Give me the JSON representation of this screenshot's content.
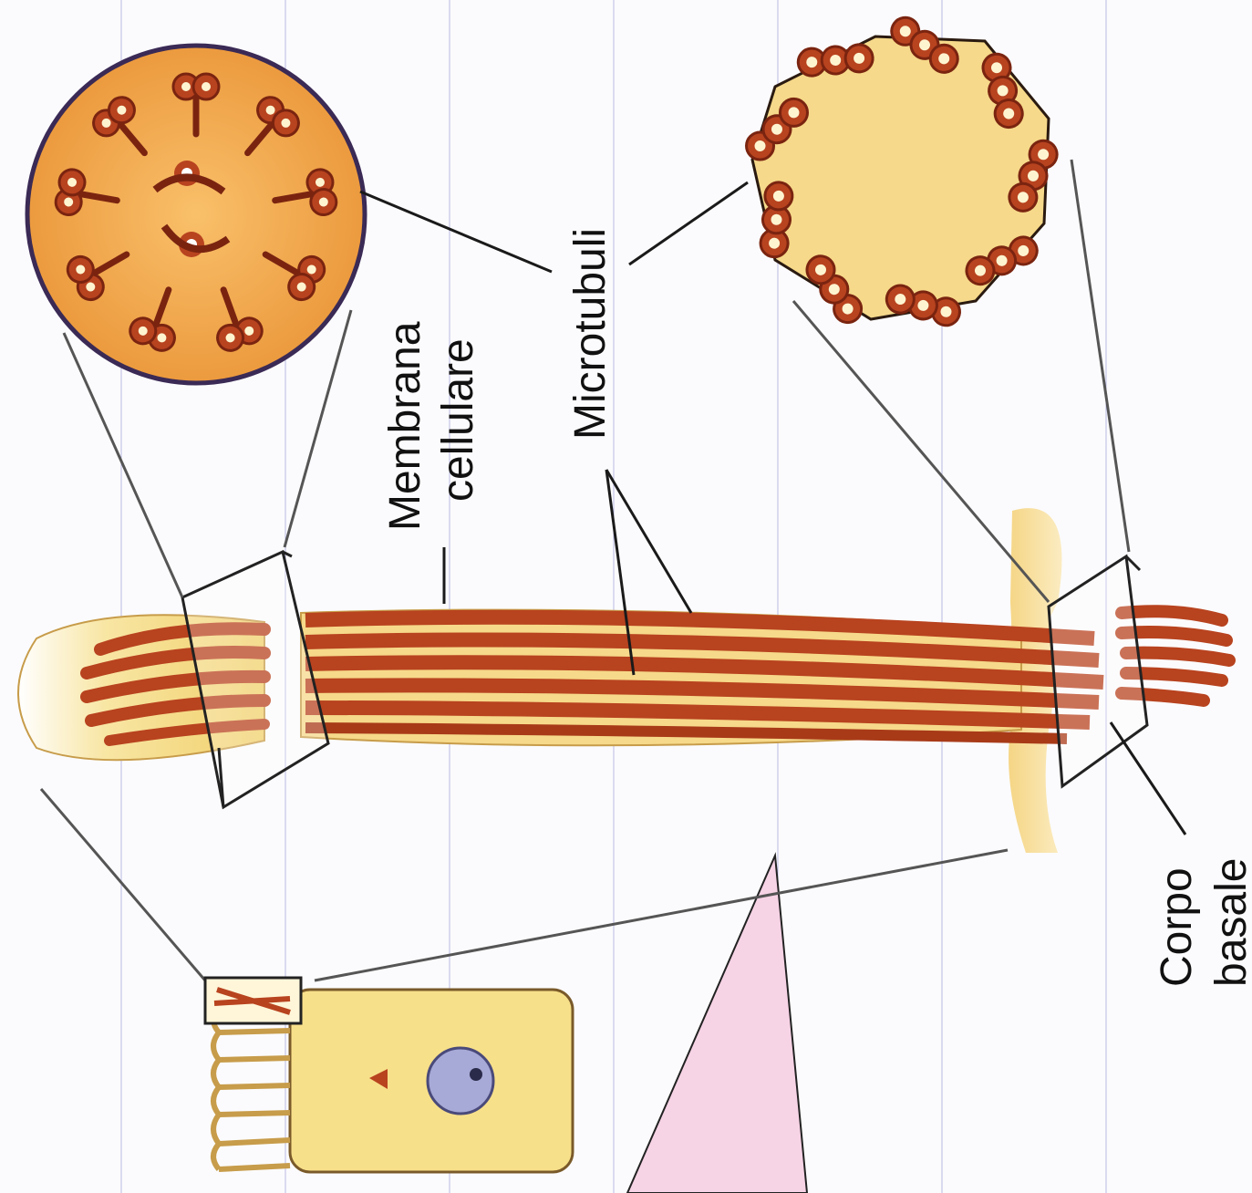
{
  "labels": {
    "membrana_line1": "Membrana",
    "membrana_line2": "cellulare",
    "microtubuli_upper": "Microtubuli",
    "corpo_line1": "Corpo",
    "corpo_line2": "basale"
  },
  "colors": {
    "background": "#fbfbfd",
    "page_rule": "#b9b9e4",
    "cytoplasm": "#f6d98a",
    "microtubule": "#b8431f",
    "microtubule_dark": "#7a2410",
    "cross_section_fill": "#f2a44a",
    "cell_body": "#f7e08a",
    "nucleus": "#a7a9d6",
    "pink_pointer": "#f7d3e6",
    "leader_line": "#1a1a1a"
  },
  "structure": {
    "axoneme_doublets": 9,
    "axoneme_central_singlets": 2,
    "basal_body_triplets": 9,
    "axoneme_pattern": "9+2",
    "basal_body_pattern": "9x3"
  }
}
